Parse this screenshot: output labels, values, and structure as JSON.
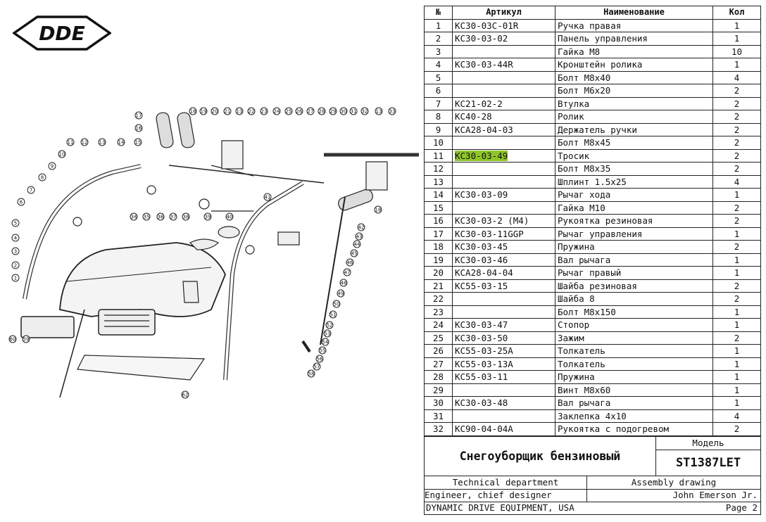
{
  "brand": {
    "logo_text": "DDE"
  },
  "table": {
    "headers": {
      "no": "№",
      "article": "Артикул",
      "name": "Наименование",
      "qty": "Кол"
    },
    "rows": [
      {
        "no": "1",
        "article": "KC30-03C-01R",
        "name": "Ручка правая",
        "qty": "1"
      },
      {
        "no": "2",
        "article": "KC30-03-02",
        "name": "Панель управления",
        "qty": "1"
      },
      {
        "no": "3",
        "article": "",
        "name": "Гайка М8",
        "qty": "10"
      },
      {
        "no": "4",
        "article": "KC30-03-44R",
        "name": "Кронштейн ролика",
        "qty": "1"
      },
      {
        "no": "5",
        "article": "",
        "name": "Болт М8х40",
        "qty": "4"
      },
      {
        "no": "6",
        "article": "",
        "name": "Болт М6х20",
        "qty": "2"
      },
      {
        "no": "7",
        "article": "KC21-02-2",
        "name": "Втулка",
        "qty": "2"
      },
      {
        "no": "8",
        "article": "KC40-28",
        "name": "Ролик",
        "qty": "2"
      },
      {
        "no": "9",
        "article": "KCA28-04-03",
        "name": "Держатель ручки",
        "qty": "2"
      },
      {
        "no": "10",
        "article": "",
        "name": "Болт М8х45",
        "qty": "2"
      },
      {
        "no": "11",
        "article": "KC30-03-49",
        "name": "Тросик",
        "qty": "2",
        "highlight": true
      },
      {
        "no": "12",
        "article": "",
        "name": "Болт М8х35",
        "qty": "2"
      },
      {
        "no": "13",
        "article": "",
        "name": "Шплинт 1.5х25",
        "qty": "4"
      },
      {
        "no": "14",
        "article": "KC30-03-09",
        "name": "Рычаг хода",
        "qty": "1"
      },
      {
        "no": "15",
        "article": "",
        "name": "Гайка М10",
        "qty": "2"
      },
      {
        "no": "16",
        "article": "KC30-03-2 (M4)",
        "name": "Рукоятка резиновая",
        "qty": "2"
      },
      {
        "no": "17",
        "article": "KC30-03-11GGP",
        "name": "Рычаг управления",
        "qty": "1"
      },
      {
        "no": "18",
        "article": "KC30-03-45",
        "name": "Пружина",
        "qty": "2"
      },
      {
        "no": "19",
        "article": "KC30-03-46",
        "name": "Вал рычага",
        "qty": "1"
      },
      {
        "no": "20",
        "article": "KCA28-04-04",
        "name": "Рычаг правый",
        "qty": "1"
      },
      {
        "no": "21",
        "article": "KC55-03-15",
        "name": "Шайба резиновая",
        "qty": "2"
      },
      {
        "no": "22",
        "article": "",
        "name": "Шайба 8",
        "qty": "2"
      },
      {
        "no": "23",
        "article": "",
        "name": "Болт М8х150",
        "qty": "1"
      },
      {
        "no": "24",
        "article": "KC30-03-47",
        "name": "Стопор",
        "qty": "1"
      },
      {
        "no": "25",
        "article": "KC30-03-50",
        "name": "Зажим",
        "qty": "2"
      },
      {
        "no": "26",
        "article": "KC55-03-25A",
        "name": "Толкатель",
        "qty": "1"
      },
      {
        "no": "27",
        "article": "KC55-03-13A",
        "name": "Толкатель",
        "qty": "1"
      },
      {
        "no": "28",
        "article": "KC55-03-11",
        "name": "Пружина",
        "qty": "1"
      },
      {
        "no": "29",
        "article": "",
        "name": "Винт М8х60",
        "qty": "1"
      },
      {
        "no": "30",
        "article": "KC30-03-48",
        "name": "Вал рычага",
        "qty": "1"
      },
      {
        "no": "31",
        "article": "",
        "name": "Заклепка 4х10",
        "qty": "4"
      },
      {
        "no": "32",
        "article": "KC90-04-04A",
        "name": "Рукоятка с подогревом",
        "qty": "2"
      }
    ]
  },
  "titleblock": {
    "product_name": "Снегоуборщик бензиновый",
    "model_label": "Модель",
    "model": "ST1387LET",
    "department": "Technical department",
    "doc_type": "Assembly drawing",
    "role": "Engineer, chief designer",
    "person": "John Emerson Jr.",
    "company": "DYNAMIC DRIVE EQUIPMENT, USA",
    "page": "Page 2"
  },
  "diagram": {
    "callouts": [
      "1",
      "2",
      "3",
      "4",
      "5",
      "6",
      "7",
      "8",
      "9",
      "10",
      "11",
      "12",
      "13",
      "14",
      "15",
      "16",
      "17",
      "18",
      "19",
      "20",
      "21",
      "22",
      "23",
      "24",
      "25",
      "26",
      "27",
      "28",
      "29",
      "30",
      "31",
      "32",
      "33",
      "34",
      "35",
      "36",
      "37",
      "38",
      "39",
      "40",
      "41",
      "42",
      "43",
      "44",
      "45",
      "46",
      "47",
      "48",
      "49",
      "50",
      "51",
      "52",
      "53",
      "54",
      "55",
      "56",
      "57",
      "58",
      "59",
      "60",
      "61",
      "62"
    ]
  }
}
